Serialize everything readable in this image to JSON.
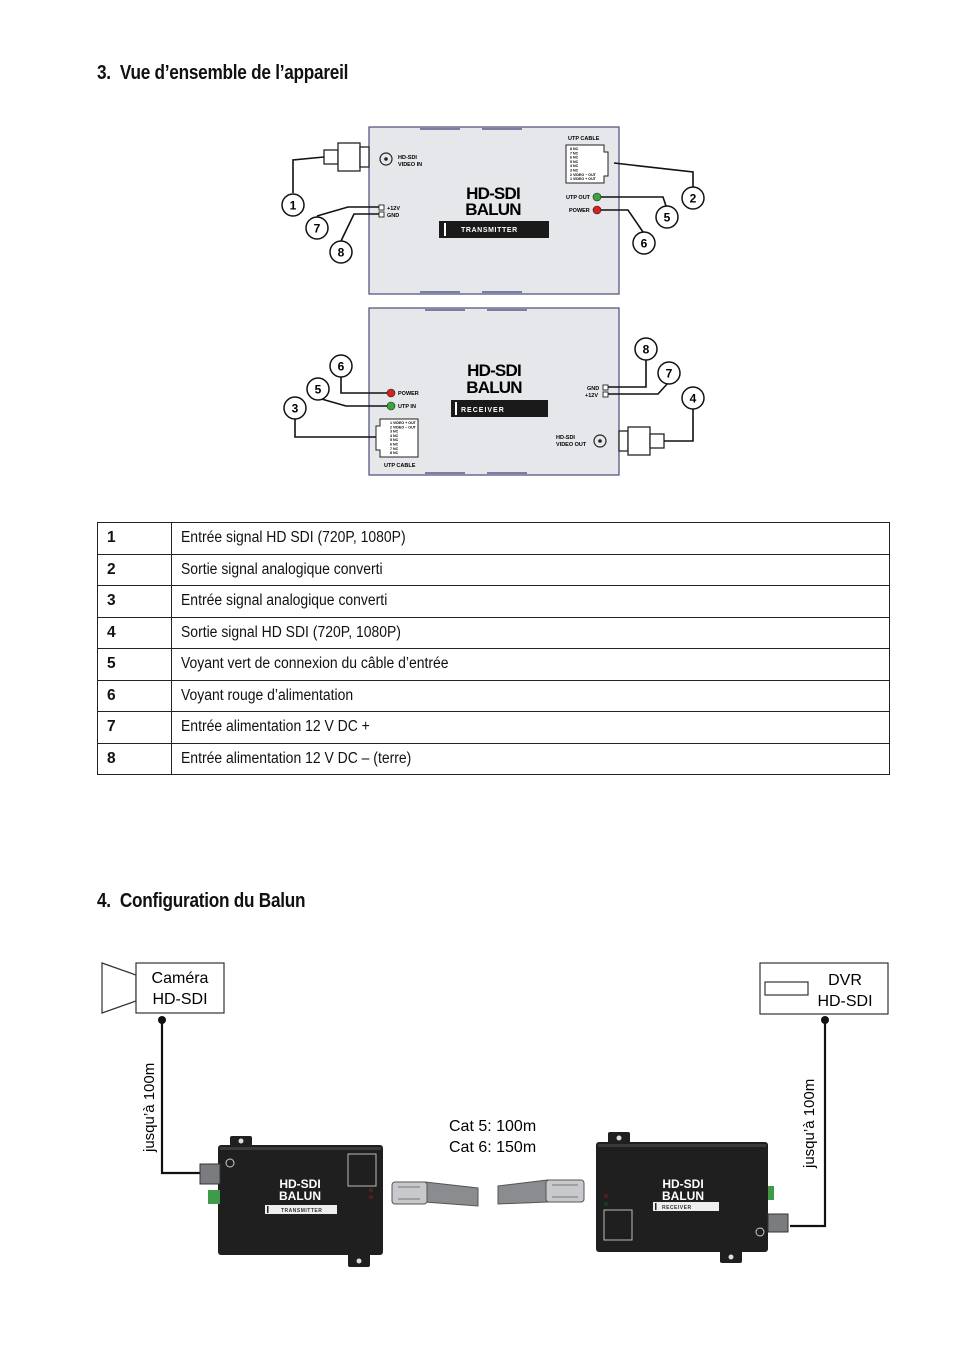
{
  "section3": {
    "number": "3.",
    "title": "Vue d’ensemble de l’appareil"
  },
  "section4": {
    "number": "4.",
    "title": "Configuration du Balun"
  },
  "transmitter": {
    "brand_line1": "HD-SDI",
    "brand_line2": "BALUN",
    "band": "TRANSMITTER",
    "video_in_1": "HD-SDI",
    "video_in_2": "VIDEO IN",
    "power_plus": "+12V",
    "power_gnd": "GND",
    "utp_title": "UTP CABLE",
    "utp_out": "UTP OUT",
    "power": "POWER",
    "pins": [
      "8 NC",
      "7 NC",
      "6 NC",
      "5 NC",
      "4 NC",
      "3 NC",
      "2 VIDEO − OUT",
      "1 VIDEO + OUT"
    ]
  },
  "receiver": {
    "brand_line1": "HD-SDI",
    "brand_line2": "BALUN",
    "band": "RECEIVER",
    "power": "POWER",
    "utp_in": "UTP IN",
    "utp_title": "UTP CABLE",
    "gnd": "GND",
    "plus": "+12V",
    "video_out_1": "HD-SDI",
    "video_out_2": "VIDEO OUT",
    "pins": [
      "1 VIDEO + OUT",
      "2 VIDEO − OUT",
      "3 NC",
      "4 NC",
      "5 NC",
      "6 NC",
      "7 NC",
      "8 NC"
    ]
  },
  "callouts": [
    "1",
    "2",
    "3",
    "4",
    "5",
    "6",
    "7",
    "8"
  ],
  "legend": [
    {
      "num": "1",
      "desc": "Entrée signal HD SDI (720P, 1080P)"
    },
    {
      "num": "2",
      "desc": "Sortie signal analogique converti"
    },
    {
      "num": "3",
      "desc": "Entrée signal analogique converti"
    },
    {
      "num": "4",
      "desc": "Sortie signal HD SDI (720P, 1080P)"
    },
    {
      "num": "5",
      "desc": "Voyant vert de connexion du câble d’entrée"
    },
    {
      "num": "6",
      "desc": "Voyant rouge d’alimentation"
    },
    {
      "num": "7",
      "desc": "Entrée alimentation 12 V DC +"
    },
    {
      "num": "8",
      "desc": "Entrée alimentation 12 V DC – (terre)"
    }
  ],
  "config": {
    "camera_line1": "Caméra",
    "camera_line2": "HD-SDI",
    "dvr_line1": "DVR",
    "dvr_line2": "HD-SDI",
    "left_distance": "jusqu’à 100m",
    "right_distance": "jusqu’à 100m",
    "cat5": "Cat 5: 100m",
    "cat6": "Cat 6: 150m"
  },
  "colors": {
    "device_face": "#e6e7eb",
    "device_border": "#4a4a7a",
    "led_red": "#d2231f",
    "led_green": "#3aa63a",
    "device_photo": "#1f1f1f",
    "terminal_green": "#3f9b4a",
    "cable_gray": "#8a8c90"
  }
}
